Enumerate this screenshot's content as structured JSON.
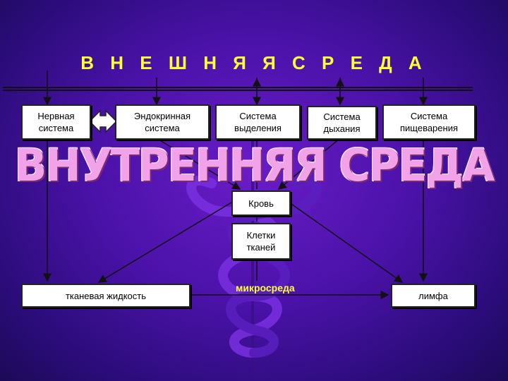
{
  "diagram": {
    "outer_title": "В Н Е Ш Н Я Я   С Р Е Д А",
    "inner_title": "ВНУТРЕННЯЯ СРЕДА",
    "systems": [
      "Нервная\nсистема",
      "Эндокринная\nсистема",
      "Система\nвыделения",
      "Система\nдыхания",
      "Система\nпищеварения"
    ],
    "blood": "Кровь",
    "cells": "Клетки\nтканей",
    "tissue_fluid": "тканевая жидкость",
    "micro": "микросреда",
    "lymph": "лимфа"
  }
}
